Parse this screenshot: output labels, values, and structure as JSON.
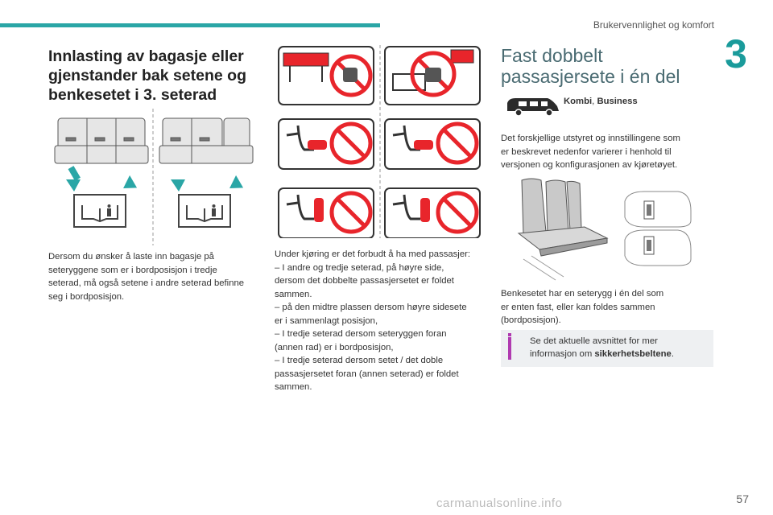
{
  "header": {
    "section": "Brukervennlighet og komfort",
    "chapter_number": "3"
  },
  "left": {
    "title_lines": [
      "Innlasting av bagasje eller",
      "gjenstander bak setene og",
      "benkesetet i 3. seterad"
    ],
    "paragraph_lines": [
      "Dersom du ønsker å laste inn bagasje på",
      "seteryggene som er i bordposisjon i tredje",
      "seterad, må også setene i andre seterad befinne",
      "seg i bordposisjon."
    ]
  },
  "middle": {
    "paragraph_lines": [
      "Under kjøring er det forbudt å ha med passasjer:",
      "–  I andre og tredje seterad, på høyre side,",
      "dersom det dobbelte passasjersetet er foldet",
      "sammen.",
      "–  på den midtre plassen dersom høyre sidesete",
      "er i sammenlagt posisjon,",
      "–  I tredje seterad dersom seteryggen foran",
      "(annen rad) er i bordposisjon,",
      "–  I tredje seterad dersom setet / det doble",
      "passasjersetet foran (annen seterad) er foldet",
      "sammen."
    ]
  },
  "right": {
    "title_lines": [
      "Fast dobbelt",
      "passasjersete i én del"
    ],
    "vehicle_label": "Kombi",
    "vehicle_sep": ", ",
    "vehicle_label2": "Business",
    "para1_lines": [
      "Det forskjellige utstyret og innstillingene som",
      "er beskrevet nedenfor varierer i henhold til",
      "versjonen og konfigurasjonen av kjøretøyet."
    ],
    "para2_lines": [
      "Benkesetet har en seterygg i én del som",
      "er enten fast, eller kan foldes sammen",
      "(bordposisjon)."
    ],
    "note_line1": "Se det aktuelle avsnittet for mer",
    "note_line2_prefix": "informasjon om ",
    "note_line2_bold": "sikkerhetsbeltene",
    "note_line2_suffix": "."
  },
  "footer": {
    "page_number": "57",
    "watermark": "carmanualsonline.info"
  },
  "colors": {
    "accent": "#2aa6a6",
    "prohibited": "#e8252b",
    "info_bar": "#b03ab0"
  }
}
